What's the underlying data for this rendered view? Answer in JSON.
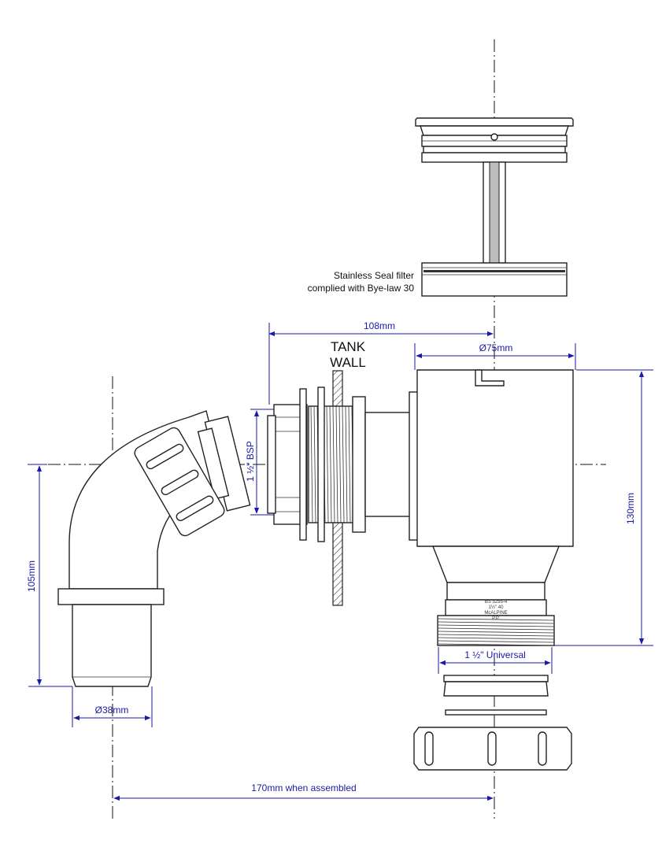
{
  "labels": {
    "filter_line1": "Stainless Seal filter",
    "filter_line2": "complied with Bye-law 30",
    "tank": "TANK",
    "wall": "WALL"
  },
  "dimensions": {
    "d108": "108mm",
    "d75": "Ø75mm",
    "bsp": "1 ½\" BSP",
    "d130": "130mm",
    "d105": "105mm",
    "d38": "Ø38mm",
    "universal": "1 ½\" Universal",
    "d170": "170mm when assembled"
  },
  "marking": {
    "line1": "BS 5255-4",
    "line2": "1½\" 40",
    "line3": "McALPINE",
    "line4": "P.P."
  },
  "colors": {
    "dimension": "#1a1aa6",
    "outline": "#222222"
  }
}
